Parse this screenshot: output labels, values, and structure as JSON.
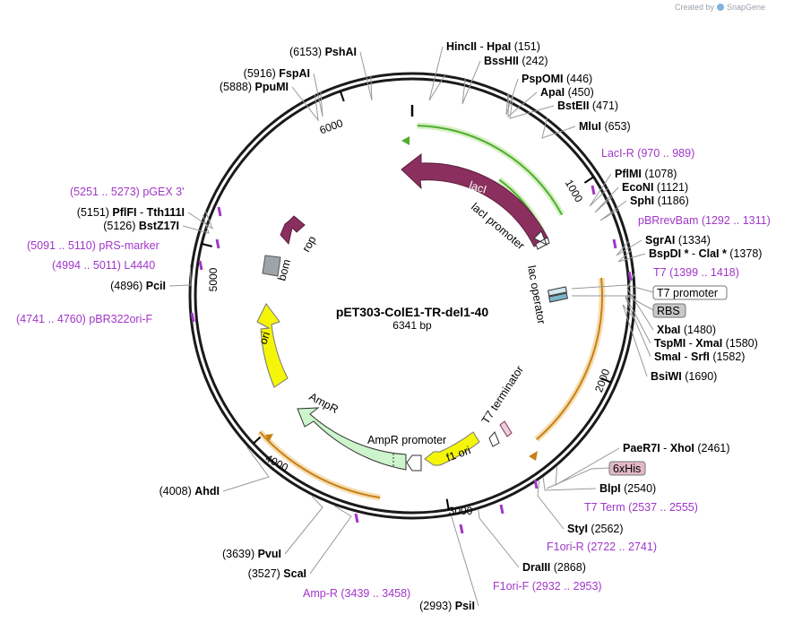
{
  "title": "pET303-ColE1-TR-del1-40",
  "length_label": "6341 bp",
  "credit": {
    "prefix": "Created by",
    "brand": "SnapGene"
  },
  "ticks": [
    {
      "label": "1000",
      "bp": 1000
    },
    {
      "label": "2000",
      "bp": 2000
    },
    {
      "label": "3000",
      "bp": 3000
    },
    {
      "label": "4000",
      "bp": 4000
    },
    {
      "label": "5000",
      "bp": 5000
    },
    {
      "label": "6000",
      "bp": 6000
    }
  ],
  "sites": [
    {
      "id": "psha",
      "enzyme": "PshAI",
      "pos": "(6153)",
      "bp": 6153
    },
    {
      "id": "fspa",
      "enzyme": "FspAI",
      "pos": "(5916)",
      "bp": 5916
    },
    {
      "id": "pupm",
      "enzyme": "PpuMI",
      "pos": "(5888)",
      "bp": 5888
    },
    {
      "id": "hincii",
      "enzyme": "HincII",
      "sep": "-",
      "enzyme2": "HpaI",
      "pos": "(151)",
      "bp": 151
    },
    {
      "id": "bsshii",
      "enzyme": "BssHII",
      "pos": "(242)",
      "bp": 242
    },
    {
      "id": "pspomi",
      "enzyme": "PspOMI",
      "pos": "(446)",
      "bp": 446
    },
    {
      "id": "apai",
      "enzyme": "ApaI",
      "pos": "(450)",
      "bp": 450
    },
    {
      "id": "bsteii",
      "enzyme": "BstEII",
      "pos": "(471)",
      "bp": 471
    },
    {
      "id": "mlui",
      "enzyme": "MluI",
      "pos": "(653)",
      "bp": 653
    },
    {
      "id": "pflmi",
      "enzyme": "PflMI",
      "pos": "(1078)",
      "bp": 1078
    },
    {
      "id": "econi",
      "enzyme": "EcoNI",
      "pos": "(1121)",
      "bp": 1121
    },
    {
      "id": "sphi",
      "enzyme": "SphI",
      "pos": "(1186)",
      "bp": 1186
    },
    {
      "id": "sgrai",
      "enzyme": "SgrAI",
      "pos": "(1334)",
      "bp": 1334
    },
    {
      "id": "bspdi",
      "enzyme": "BspDI *",
      "sep": "-",
      "enzyme2": "ClaI *",
      "pos": "(1378)",
      "bp": 1378
    },
    {
      "id": "xbai",
      "enzyme": "XbaI",
      "pos": "(1480)",
      "bp": 1480
    },
    {
      "id": "tspmi",
      "enzyme": "TspMI",
      "sep": "-",
      "enzyme2": "XmaI",
      "pos": "(1580)",
      "bp": 1580
    },
    {
      "id": "smai",
      "enzyme": "SmaI",
      "sep": "-",
      "enzyme2": "SrfI",
      "pos": "(1582)",
      "bp": 1582
    },
    {
      "id": "bsiwi",
      "enzyme": "BsiWI",
      "pos": "(1690)",
      "bp": 1690
    },
    {
      "id": "paer7i",
      "enzyme": "PaeR7I",
      "sep": "-",
      "enzyme2": "XhoI",
      "pos": "(2461)",
      "bp": 2461
    },
    {
      "id": "blpi",
      "enzyme": "BlpI",
      "pos": "(2540)",
      "bp": 2540
    },
    {
      "id": "styi",
      "enzyme": "StyI",
      "pos": "(2562)",
      "bp": 2562
    },
    {
      "id": "draiii",
      "enzyme": "DraIII",
      "pos": "(2868)",
      "bp": 2868
    },
    {
      "id": "psti",
      "enzyme": "PsiI",
      "pos": "(2993)",
      "bp": 2993
    },
    {
      "id": "scai",
      "enzyme": "ScaI",
      "pos": "(3527)",
      "bp": 3527
    },
    {
      "id": "pvui",
      "enzyme": "PvuI",
      "pos": "(3639)",
      "bp": 3639
    },
    {
      "id": "ahdi",
      "enzyme": "AhdI",
      "pos": "(4008)",
      "bp": 4008
    },
    {
      "id": "pcii",
      "enzyme": "PciI",
      "pos": "(4896)",
      "bp": 4896
    },
    {
      "id": "bstz17i",
      "enzyme": "BstZ17I",
      "pos": "(5126)",
      "bp": 5126
    },
    {
      "id": "pflfi",
      "enzyme": "PflFI",
      "sep": "-",
      "enzyme2": "Tth111I",
      "pos": "(5151)",
      "bp": 5151
    }
  ],
  "primers": [
    {
      "id": "laci-r",
      "name": "LacI-R",
      "range": "(970 .. 989)",
      "bp": 980
    },
    {
      "id": "pbrrevbam",
      "name": "pBRrevBam",
      "range": "(1292 .. 1311)",
      "bp": 1302
    },
    {
      "id": "t7",
      "name": "T7",
      "range": "(1399 .. 1418)",
      "bp": 1408
    },
    {
      "id": "t7-term",
      "name": "T7 Term",
      "range": "(2537 .. 2555)",
      "bp": 2546
    },
    {
      "id": "f1ori-r",
      "name": "F1ori-R",
      "range": "(2722 .. 2741)",
      "bp": 2731
    },
    {
      "id": "f1ori-f",
      "name": "F1ori-F",
      "range": "(2932 .. 2953)",
      "bp": 2942
    },
    {
      "id": "amp-r",
      "name": "Amp-R",
      "range": "(3439 .. 3458)",
      "bp": 3448
    },
    {
      "id": "pbr322ori-f",
      "name": "pBR322ori-F",
      "range": "(4741 .. 4760)",
      "bp": 4750
    },
    {
      "id": "l4440",
      "name": "L4440",
      "range": "(4994 .. 5011)",
      "bp": 5002
    },
    {
      "id": "prs-marker",
      "name": "pRS-marker",
      "range": "(5091 .. 5110)",
      "bp": 5100
    },
    {
      "id": "pgex3",
      "name": "pGEX 3'",
      "range": "(5251 .. 5273)",
      "bp": 5262
    }
  ],
  "boxed_labels": [
    {
      "id": "t7-promoter",
      "text": "T7 promoter",
      "fill": "#ffffff"
    },
    {
      "id": "rbs",
      "text": "RBS",
      "fill": "#c8c8c8"
    },
    {
      "id": "6xhis",
      "text": "6xHis",
      "fill": "#e3b8c6"
    }
  ],
  "features": [
    {
      "id": "laci",
      "label": "lacI",
      "color": "#8b2f5e"
    },
    {
      "id": "laci-promoter",
      "label": "lacI promoter",
      "color": "#ffffff"
    },
    {
      "id": "lac-operator",
      "label": "lac operator",
      "color": "#ffffff"
    },
    {
      "id": "t7-terminator",
      "label": "T7 terminator",
      "color": "#ffffff"
    },
    {
      "id": "f1-ori",
      "label": "f1 ori",
      "color": "#f5f50a"
    },
    {
      "id": "ampr-promoter",
      "label": "AmpR promoter",
      "color": "#ffffff"
    },
    {
      "id": "ampr",
      "label": "AmpR",
      "color": "#ccf5cc"
    },
    {
      "id": "ori",
      "label": "ori",
      "color": "#f5f50a"
    },
    {
      "id": "bom",
      "label": "bom",
      "color": "#a0a4aa"
    },
    {
      "id": "rop",
      "label": "rop",
      "color": "#8b2f5e"
    }
  ],
  "colors": {
    "backbone": "#1a1a1a",
    "orf_green": "#4fae2e",
    "orf_orange": "#c87f14",
    "primer": "#a036c8"
  }
}
